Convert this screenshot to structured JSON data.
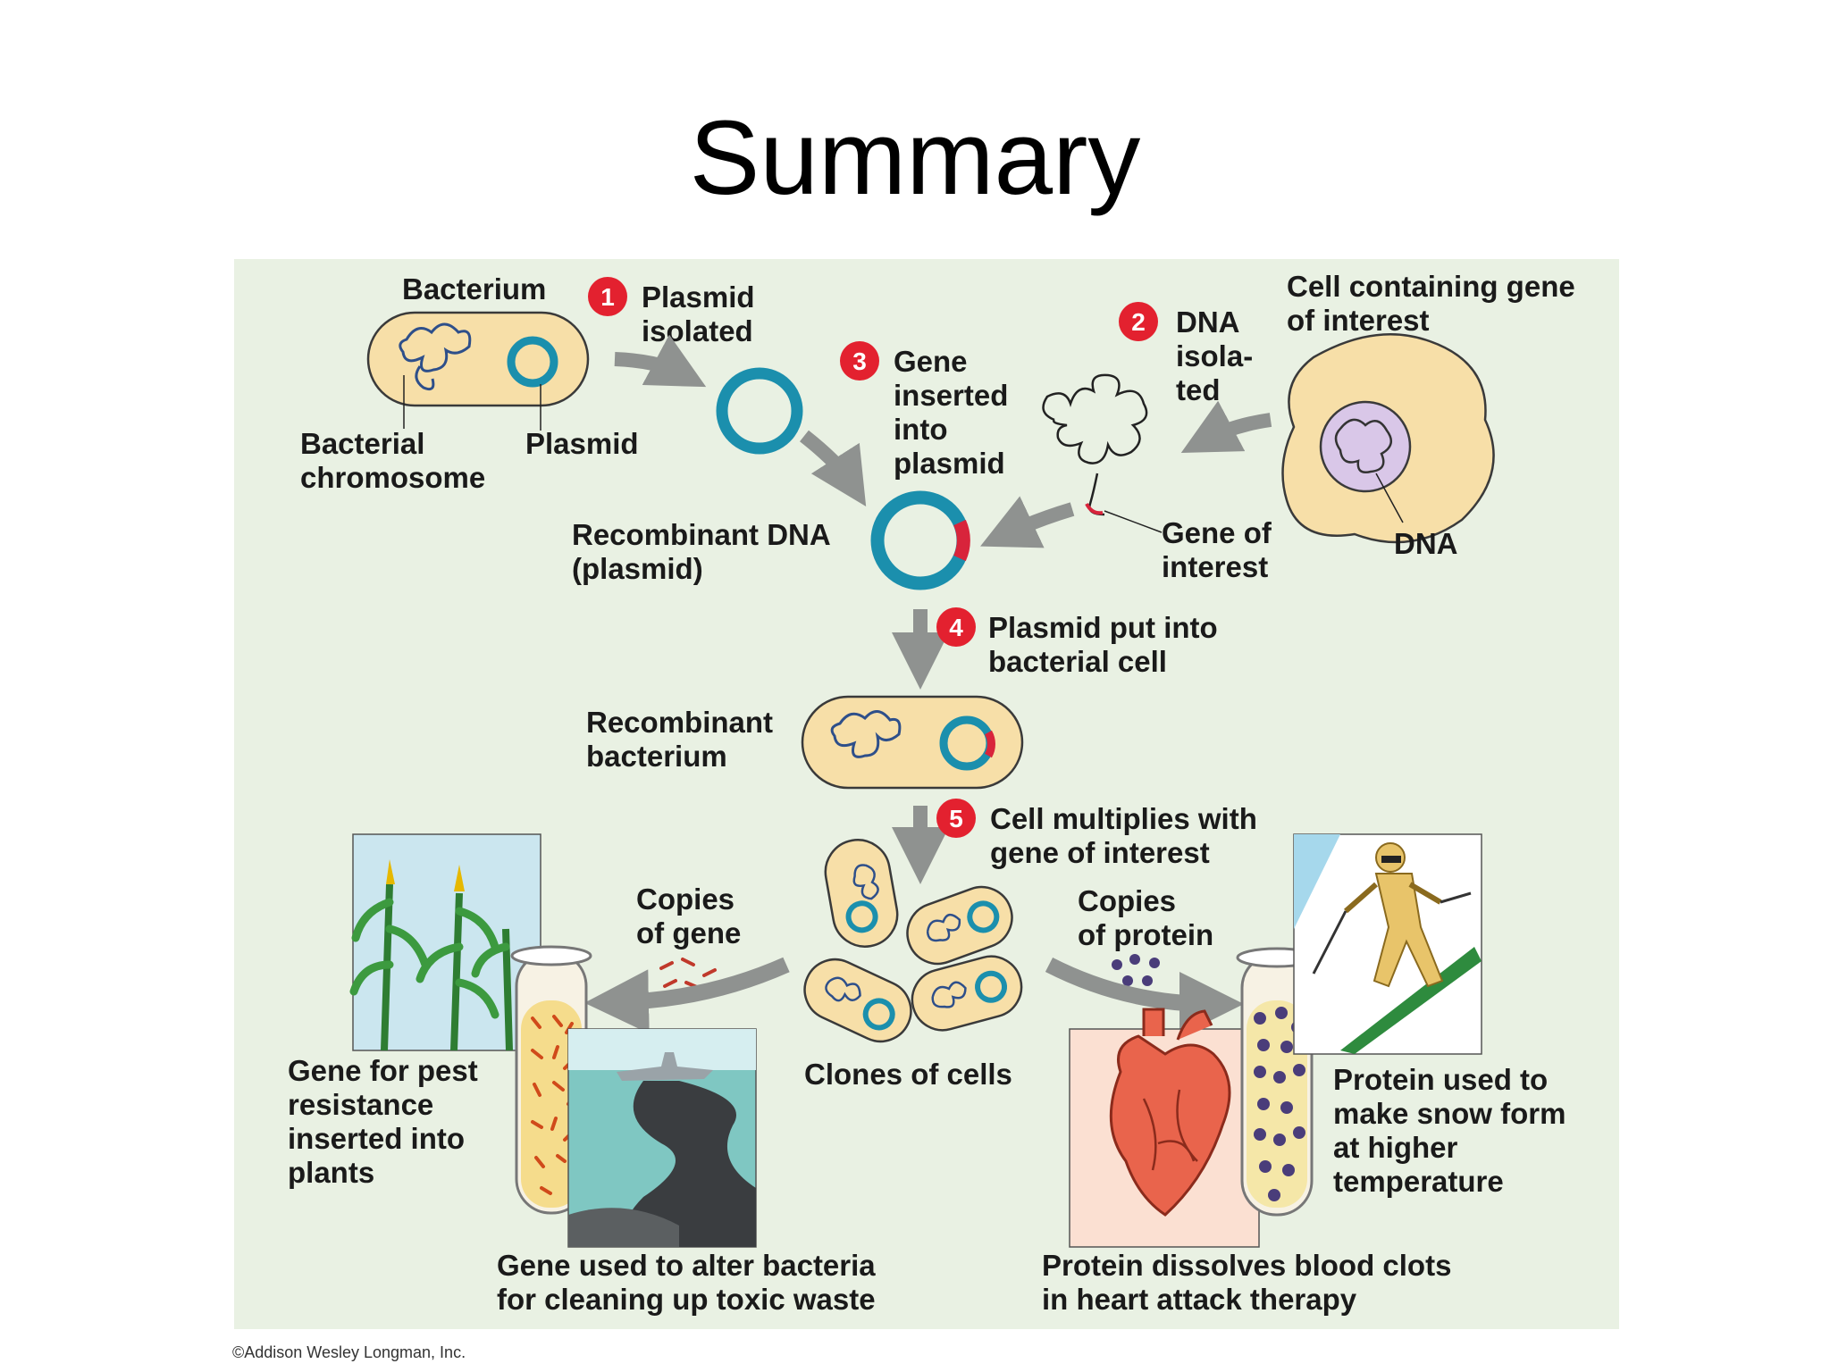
{
  "title": "Summary",
  "colors": {
    "panel": "#e9f1e3",
    "cell_fill": "#f7dfa8",
    "cell_stroke": "#3a3a3a",
    "plasmid": "#1b8fad",
    "gene_segment": "#d8243b",
    "arrow": "#8f9290",
    "step_badge": "#e3212f",
    "dna_strand": "#3f5f9a",
    "protein_dots": "#4a3d7a"
  },
  "steps": [
    {
      "num": "1",
      "lines": [
        "Plasmid",
        "isolated"
      ]
    },
    {
      "num": "2",
      "lines": [
        "DNA",
        "isola-",
        "ted"
      ]
    },
    {
      "num": "3",
      "lines": [
        "Gene",
        "inserted",
        "into",
        "plasmid"
      ]
    },
    {
      "num": "4",
      "lines": [
        "Plasmid put into",
        "bacterial cell"
      ]
    },
    {
      "num": "5",
      "lines": [
        "Cell multiplies with",
        "gene of interest"
      ]
    }
  ],
  "labels": {
    "bacterium": "Bacterium",
    "bacterial_chromosome": [
      "Bacterial",
      "chromosome"
    ],
    "plasmid": "Plasmid",
    "cell_containing_gene": [
      "Cell containing gene",
      "of interest"
    ],
    "dna": "DNA",
    "gene_of_interest": [
      "Gene of",
      "interest"
    ],
    "recombinant_dna": [
      "Recombinant DNA",
      "(plasmid)"
    ],
    "recombinant_bacterium": [
      "Recombinant",
      "bacterium"
    ],
    "copies_of_gene": [
      "Copies",
      "of gene"
    ],
    "copies_of_protein": [
      "Copies",
      "of protein"
    ],
    "clones_of_cells": "Clones of cells",
    "pest_resistance": [
      "Gene for pest",
      "resistance",
      "inserted into",
      "plants"
    ],
    "toxic_waste": [
      "Gene used to alter bacteria",
      "for cleaning up toxic waste"
    ],
    "blood_clots": [
      "Protein dissolves blood clots",
      "in heart attack therapy"
    ],
    "snow": [
      "Protein used to",
      "make snow form",
      "at higher",
      "temperature"
    ]
  },
  "credit": "©Addison Wesley Longman, Inc."
}
